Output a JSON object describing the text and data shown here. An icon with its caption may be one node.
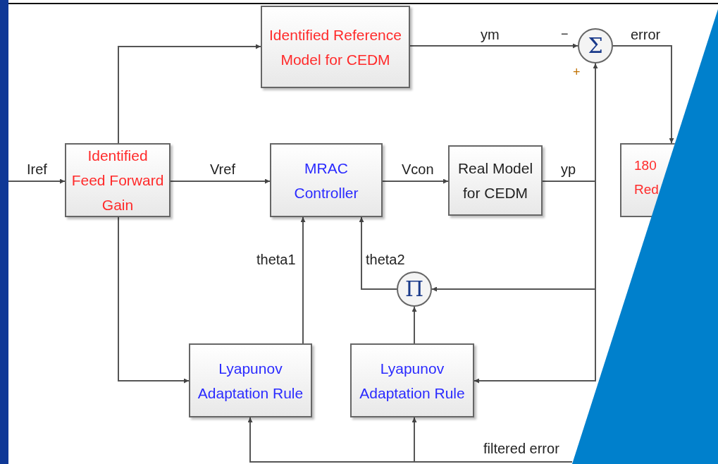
{
  "diagram": {
    "nodes": [
      {
        "text": [
          "Identified Feed Forward Gain"
        ]
      },
      {
        "text": [
          "Identified Reference Model for CEDM"
        ]
      },
      {
        "text": [
          "MRAC Controller"
        ]
      },
      {
        "text": [
          "Real Model for CEDM"
        ]
      },
      {
        "text": [
          "Σ"
        ]
      },
      {
        "text": [
          "180 Red"
        ]
      },
      {
        "text": [
          "Π"
        ]
      },
      {
        "text": [
          "Lyapunov Adaptation Rule"
        ]
      },
      {
        "text": [
          "Lyapunov Adaptation Rule"
        ]
      }
    ],
    "edges": [
      {
        "from": null,
        "to": 0,
        "arrow": "to",
        "label": "Iref"
      },
      {
        "from": 0,
        "to": 1,
        "arrow": "to"
      },
      {
        "from": 0,
        "to": 2,
        "arrow": "to",
        "label": "Vref"
      },
      {
        "from": 0,
        "to": 7,
        "arrow": "to"
      },
      {
        "from": 1,
        "to": 4,
        "arrow": "to",
        "label": "ym"
      },
      {
        "from": 2,
        "to": 3,
        "arrow": "to",
        "label": "Vcon"
      },
      {
        "from": 3,
        "to": 4,
        "arrow": "to",
        "label": "yp"
      },
      {
        "from": 3,
        "to": 6,
        "arrow": "to"
      },
      {
        "from": 3,
        "to": 8,
        "arrow": "to"
      },
      {
        "from": 4,
        "to": 5,
        "arrow": "to",
        "label": "error"
      },
      {
        "from": 6,
        "to": 2,
        "arrow": "to",
        "label": "theta2"
      },
      {
        "from": 7,
        "to": 2,
        "arrow": "to",
        "label": "theta1"
      },
      {
        "from": 8,
        "to": 6,
        "arrow": "to"
      },
      {
        "from": null,
        "to": 8,
        "arrow": "to",
        "label": "filtered error"
      },
      {
        "from": null,
        "to": 7,
        "arrow": "to"
      }
    ],
    "labels": [
      "−",
      "+"
    ]
  }
}
